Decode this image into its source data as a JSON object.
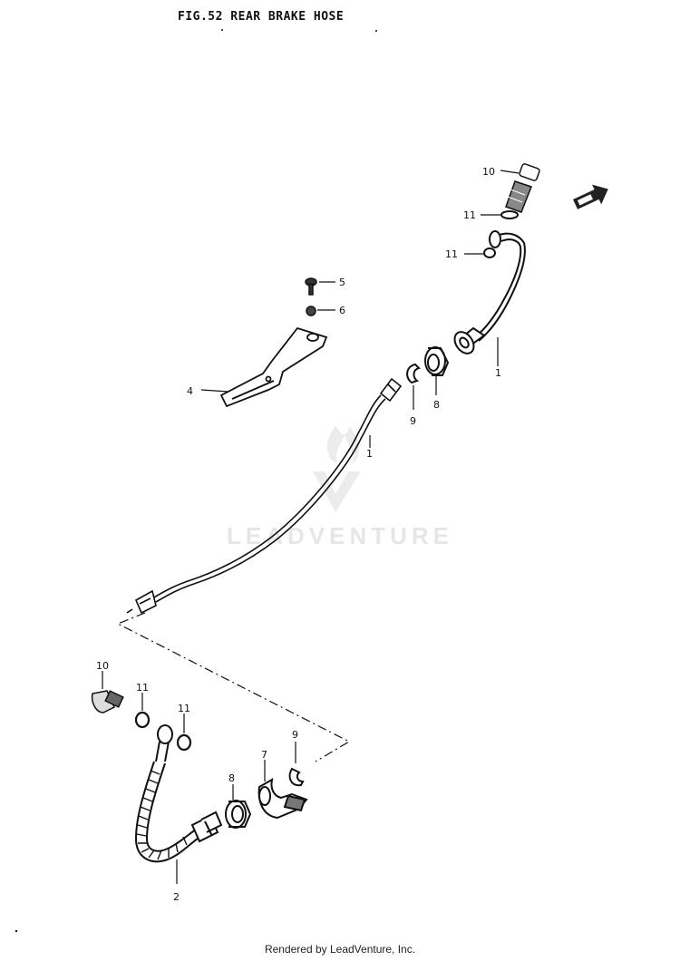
{
  "title": "FIG.52  REAR BRAKE HOSE",
  "watermark": "LEADVENTURE",
  "credit": "Rendered by LeadVenture, Inc.",
  "callouts": {
    "c10_top": "10",
    "c11_top_a": "11",
    "c11_top_b": "11",
    "c5": "5",
    "c6": "6",
    "c4": "4",
    "c9_mid": "9",
    "c8_mid": "8",
    "c1_right": "1",
    "c1_mid": "1",
    "c10_bot": "10",
    "c11_bot_a": "11",
    "c11_bot_b": "11",
    "c9_bot": "9",
    "c7": "7",
    "c8_bot": "8",
    "c2": "2"
  },
  "colors": {
    "ink": "#111111",
    "watermark": "#e6e6e6"
  },
  "icons": {
    "front_arrow": "front-direction-arrow-icon",
    "logo": "leadventure-logo-icon"
  }
}
